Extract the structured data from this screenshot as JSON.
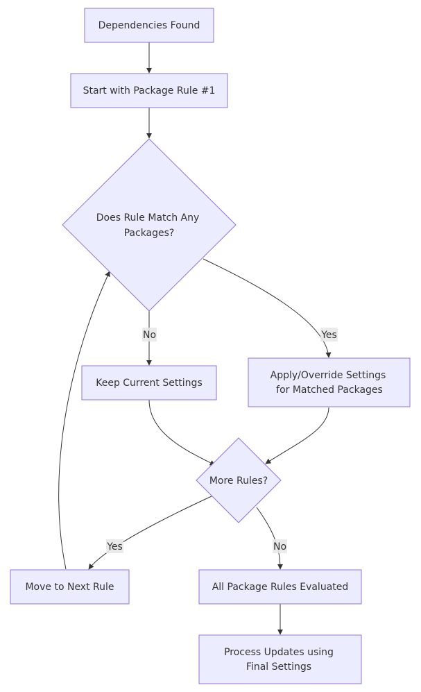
{
  "nodes": {
    "dependencies_found": "Dependencies Found",
    "start_rule": "Start with Package Rule #1",
    "rule_match_line1": "Does Rule Match Any",
    "rule_match_line2": "Packages?",
    "keep_settings": "Keep Current Settings",
    "apply_line1": "Apply/Override Settings",
    "apply_line2": "for Matched Packages",
    "more_rules": "More Rules?",
    "next_rule": "Move to Next Rule",
    "all_evaluated": "All Package Rules Evaluated",
    "process_line1": "Process Updates using",
    "process_line2": "Final Settings"
  },
  "edges": {
    "match_no": "No",
    "match_yes": "Yes",
    "more_yes": "Yes",
    "more_no": "No"
  },
  "colors": {
    "node_fill": "#ECECFF",
    "node_stroke": "#9370DB",
    "edge": "#333333",
    "label_bg": "#e8e8e8"
  }
}
